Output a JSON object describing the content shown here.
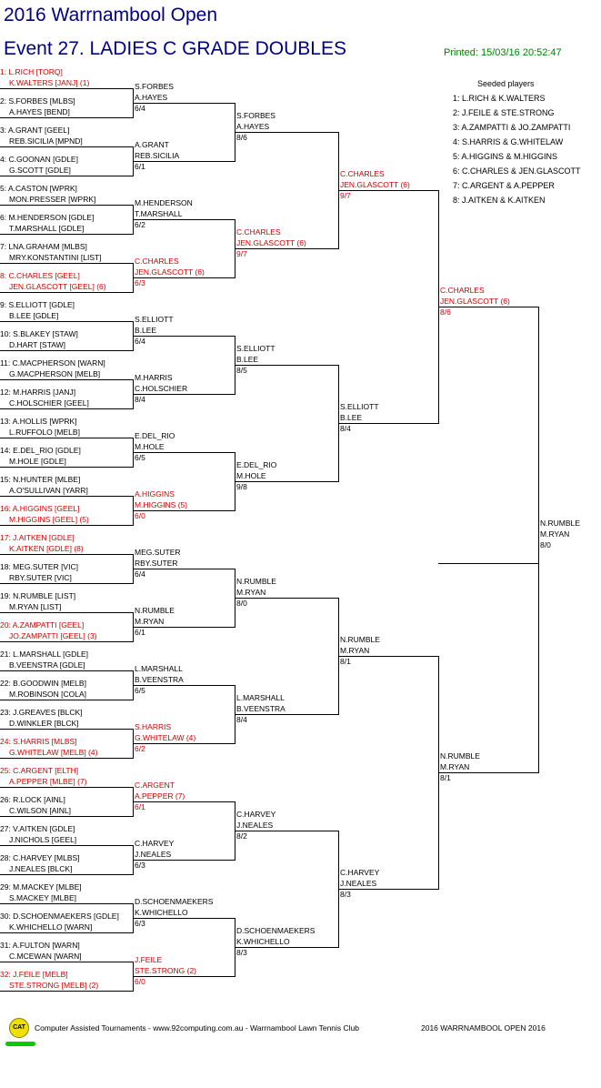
{
  "header": {
    "tournament_title": "2016 Warrnambool Open",
    "event_title": "Event 27. LADIES C GRADE DOUBLES",
    "printed": "Printed: 15/03/16 20:52:47"
  },
  "seeds": {
    "heading": "Seeded players",
    "list": [
      "1: L.RICH & K.WALTERS",
      "2: J.FEILE & STE.STRONG",
      "3: A.ZAMPATTI & JO.ZAMPATTI",
      "4: S.HARRIS & G.WHITELAW",
      "5: A.HIGGINS & M.HIGGINS",
      "6: C.CHARLES & JEN.GLASCOTT",
      "7: C.ARGENT & A.PEPPER",
      "8: J.AITKEN & K.AITKEN"
    ]
  },
  "entries": [
    {
      "a": "1: L.RICH [TORQ]",
      "b": "K.WALTERS [JANJ] (1)",
      "seeded": true
    },
    {
      "a": "2: S.FORBES [MLBS]",
      "b": "A.HAYES [BEND]",
      "seeded": false
    },
    {
      "a": "3: A.GRANT [GEEL]",
      "b": "REB.SICILIA [MPND]",
      "seeded": false
    },
    {
      "a": "4: C.GOONAN [GDLE]",
      "b": "G.SCOTT [GDLE]",
      "seeded": false
    },
    {
      "a": "5: A.CASTON [WPRK]",
      "b": "MON.PRESSER [WPRK]",
      "seeded": false
    },
    {
      "a": "6: M.HENDERSON [GDLE]",
      "b": "T.MARSHALL [GDLE]",
      "seeded": false
    },
    {
      "a": "7: LNA.GRAHAM [MLBS]",
      "b": "MRY.KONSTANTINI [LIST]",
      "seeded": false
    },
    {
      "a": "8: C.CHARLES [GEEL]",
      "b": "JEN.GLASCOTT [GEEL] (6)",
      "seeded": true
    },
    {
      "a": "9: S.ELLIOTT [GDLE]",
      "b": "B.LEE [GDLE]",
      "seeded": false
    },
    {
      "a": "10: S.BLAKEY [STAW]",
      "b": "D.HART [STAW]",
      "seeded": false
    },
    {
      "a": "11: C.MACPHERSON [WARN]",
      "b": "G.MACPHERSON [MELB]",
      "seeded": false
    },
    {
      "a": "12: M.HARRIS [JANJ]",
      "b": "C.HOLSCHIER [GEEL]",
      "seeded": false
    },
    {
      "a": "13: A.HOLLIS [WPRK]",
      "b": "L.RUFFOLO [MELB]",
      "seeded": false
    },
    {
      "a": "14: E.DEL_RIO [GDLE]",
      "b": "M.HOLE [GDLE]",
      "seeded": false
    },
    {
      "a": "15: N.HUNTER [MLBE]",
      "b": "A.O'SULLIVAN [YARR]",
      "seeded": false
    },
    {
      "a": "16: A.HIGGINS [GEEL]",
      "b": "M.HIGGINS [GEEL] (5)",
      "seeded": true
    },
    {
      "a": "17: J.AITKEN [GDLE]",
      "b": "K.AITKEN [GDLE] (8)",
      "seeded": true
    },
    {
      "a": "18: MEG.SUTER [VIC]",
      "b": "RBY.SUTER [VIC]",
      "seeded": false
    },
    {
      "a": "19: N.RUMBLE [LIST]",
      "b": "M.RYAN [LIST]",
      "seeded": false
    },
    {
      "a": "20: A.ZAMPATTI [GEEL]",
      "b": "JO.ZAMPATTI [GEEL] (3)",
      "seeded": true
    },
    {
      "a": "21: L.MARSHALL [GDLE]",
      "b": "B.VEENSTRA [GDLE]",
      "seeded": false
    },
    {
      "a": "22: B.GOODWIN [MELB]",
      "b": "M.ROBINSON [COLA]",
      "seeded": false
    },
    {
      "a": "23: J.GREAVES [BLCK]",
      "b": "D.WINKLER [BLCK]",
      "seeded": false
    },
    {
      "a": "24: S.HARRIS [MLBS]",
      "b": "G.WHITELAW [MELB] (4)",
      "seeded": true
    },
    {
      "a": "25: C.ARGENT [ELTH]",
      "b": "A.PEPPER [MLBE] (7)",
      "seeded": true
    },
    {
      "a": "26: R.LOCK [AINL]",
      "b": "C.WILSON [AINL]",
      "seeded": false
    },
    {
      "a": "27: V.AITKEN [GDLE]",
      "b": "J.NICHOLS [GEEL]",
      "seeded": false
    },
    {
      "a": "28: C.HARVEY [MLBS]",
      "b": "J.NEALES [BLCK]",
      "seeded": false
    },
    {
      "a": "29: M.MACKEY [MLBE]",
      "b": "S.MACKEY [MLBE]",
      "seeded": false
    },
    {
      "a": "30: D.SCHOENMAEKERS [GDLE]",
      "b": "K.WHICHELLO [WARN]",
      "seeded": false
    },
    {
      "a": "31: A.FULTON [WARN]",
      "b": "C.MCEWAN [WARN]",
      "seeded": false
    },
    {
      "a": "32: J.FEILE [MELB]",
      "b": "STE.STRONG [MELB] (2)",
      "seeded": true
    }
  ],
  "rounds": [
    [
      {
        "a": "S.FORBES",
        "b": "A.HAYES",
        "score": "6/4",
        "seeded": false
      },
      {
        "a": "A.GRANT",
        "b": "REB.SICILIA",
        "score": "6/1",
        "seeded": false
      },
      {
        "a": "M.HENDERSON",
        "b": "T.MARSHALL",
        "score": "6/2",
        "seeded": false
      },
      {
        "a": "C.CHARLES",
        "b": "JEN.GLASCOTT (6)",
        "score": "6/3",
        "seeded": true
      },
      {
        "a": "S.ELLIOTT",
        "b": "B.LEE",
        "score": "6/4",
        "seeded": false
      },
      {
        "a": "M.HARRIS",
        "b": "C.HOLSCHIER",
        "score": "8/4",
        "seeded": false
      },
      {
        "a": "E.DEL_RIO",
        "b": "M.HOLE",
        "score": "6/5",
        "seeded": false
      },
      {
        "a": "A.HIGGINS",
        "b": "M.HIGGINS (5)",
        "score": "6/0",
        "seeded": true
      },
      {
        "a": "MEG.SUTER",
        "b": "RBY.SUTER",
        "score": "6/4",
        "seeded": false
      },
      {
        "a": "N.RUMBLE",
        "b": "M.RYAN",
        "score": "6/1",
        "seeded": false
      },
      {
        "a": "L.MARSHALL",
        "b": "B.VEENSTRA",
        "score": "6/5",
        "seeded": false
      },
      {
        "a": "S.HARRIS",
        "b": "G.WHITELAW (4)",
        "score": "6/2",
        "seeded": true
      },
      {
        "a": "C.ARGENT",
        "b": "A.PEPPER (7)",
        "score": "6/1",
        "seeded": true
      },
      {
        "a": "C.HARVEY",
        "b": "J.NEALES",
        "score": "6/3",
        "seeded": false
      },
      {
        "a": "D.SCHOENMAEKERS",
        "b": "K.WHICHELLO",
        "score": "6/3",
        "seeded": false
      },
      {
        "a": "J.FEILE",
        "b": "STE.STRONG (2)",
        "score": "6/0",
        "seeded": true
      }
    ],
    [
      {
        "a": "S.FORBES",
        "b": "A.HAYES",
        "score": "8/6",
        "seeded": false
      },
      {
        "a": "C.CHARLES",
        "b": "JEN.GLASCOTT (6)",
        "score": "9/7",
        "seeded": true
      },
      {
        "a": "S.ELLIOTT",
        "b": "B.LEE",
        "score": "8/5",
        "seeded": false
      },
      {
        "a": "E.DEL_RIO",
        "b": "M.HOLE",
        "score": "9/8",
        "seeded": false
      },
      {
        "a": "N.RUMBLE",
        "b": "M.RYAN",
        "score": "8/0",
        "seeded": false
      },
      {
        "a": "L.MARSHALL",
        "b": "B.VEENSTRA",
        "score": "8/4",
        "seeded": false
      },
      {
        "a": "C.HARVEY",
        "b": "J.NEALES",
        "score": "8/2",
        "seeded": false
      },
      {
        "a": "D.SCHOENMAEKERS",
        "b": "K.WHICHELLO",
        "score": "8/3",
        "seeded": false
      }
    ],
    [
      {
        "a": "C.CHARLES",
        "b": "JEN.GLASCOTT (6)",
        "score": "9/7",
        "seeded": true
      },
      {
        "a": "S.ELLIOTT",
        "b": "B.LEE",
        "score": "8/4",
        "seeded": false
      },
      {
        "a": "N.RUMBLE",
        "b": "M.RYAN",
        "score": "8/1",
        "seeded": false
      },
      {
        "a": "C.HARVEY",
        "b": "J.NEALES",
        "score": "8/3",
        "seeded": false
      }
    ],
    [
      {
        "a": "C.CHARLES",
        "b": "JEN.GLASCOTT (6)",
        "score": "8/6",
        "seeded": true
      },
      {
        "a": "N.RUMBLE",
        "b": "M.RYAN",
        "score": "8/1",
        "seeded": false
      }
    ],
    [
      {
        "a": "N.RUMBLE",
        "b": "M.RYAN",
        "score": "8/0",
        "seeded": false
      }
    ]
  ],
  "footer": {
    "logo_text": "CAT",
    "credit": "Computer Assisted Tournaments - www.92computing.com.au  -  Warrnambool Lawn Tennis Club",
    "event": "2016 WARRNAMBOOL OPEN 2016"
  },
  "colors": {
    "title": "#000080",
    "printed": "#008000",
    "seeded": "#cc0000"
  }
}
